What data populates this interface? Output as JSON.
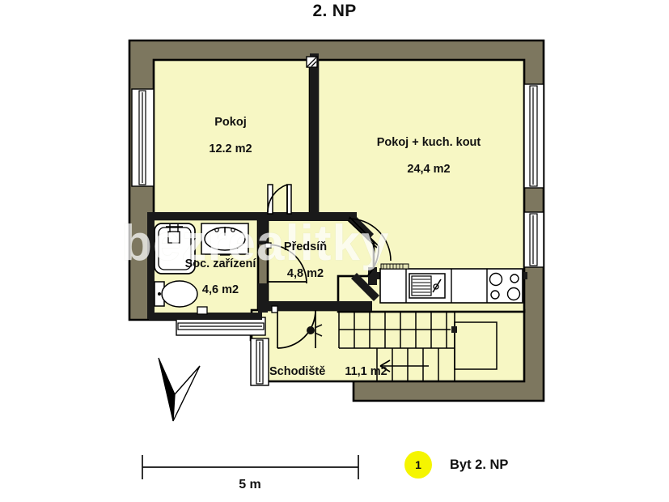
{
  "page": {
    "title": "2. NP",
    "watermark": "bezrealitky",
    "background_color": "#ffffff"
  },
  "colors": {
    "wall_fill": "#7d775f",
    "wall_outline": "#000000",
    "room_fill": "#f7f7c4",
    "window_fill": "#ffffff",
    "legend_dot": "#f5f500",
    "text": "#111111"
  },
  "rooms": [
    {
      "name": "Pokoj",
      "area": "12.2 m2"
    },
    {
      "name": "Pokoj + kuch. kout",
      "area": "24,4 m2"
    },
    {
      "name": "Soc. zařízení",
      "area": "4,6 m2"
    },
    {
      "name": "Předsíň",
      "area": "4,8 m2"
    },
    {
      "name": "Schodiště",
      "area": "11,1 m2"
    }
  ],
  "scale_bar": {
    "label": "5 m"
  },
  "north_arrow": {
    "name": "north-arrow"
  },
  "legend": {
    "number": "1",
    "label": "Byt 2. NP"
  },
  "fixtures": [
    {
      "name": "bathtub"
    },
    {
      "name": "washbasin"
    },
    {
      "name": "toilet"
    },
    {
      "name": "kitchen-sink"
    },
    {
      "name": "cooktop"
    },
    {
      "name": "staircase"
    }
  ]
}
